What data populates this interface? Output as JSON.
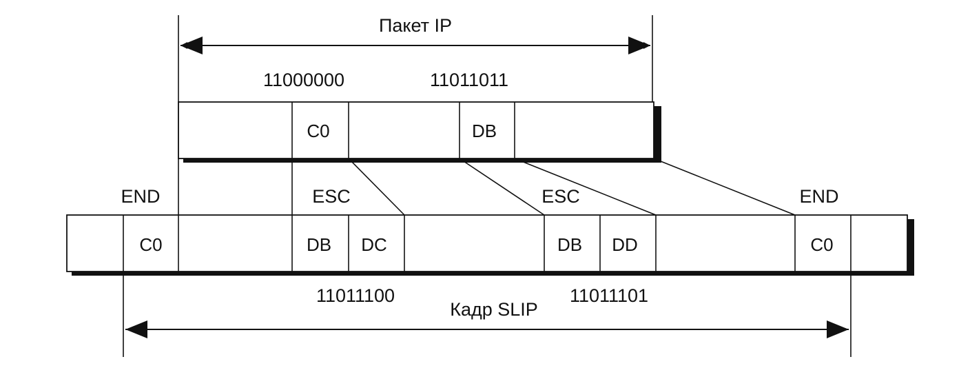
{
  "ip_packet": {
    "label": "Пакет IP",
    "byte_c0_bits": "11000000",
    "byte_db_bits": "11011011",
    "cells": [
      "",
      "C0",
      "",
      "DB",
      ""
    ]
  },
  "slip_frame": {
    "label": "Кадр SLIP",
    "end_left": "END",
    "esc_1": "ESC",
    "esc_2": "ESC",
    "end_right": "END",
    "dc_bits": "11011100",
    "dd_bits": "11011101",
    "cells": [
      "",
      "C0",
      "",
      "DB",
      "DC",
      "",
      "DB",
      "DD",
      "",
      "C0",
      ""
    ]
  }
}
